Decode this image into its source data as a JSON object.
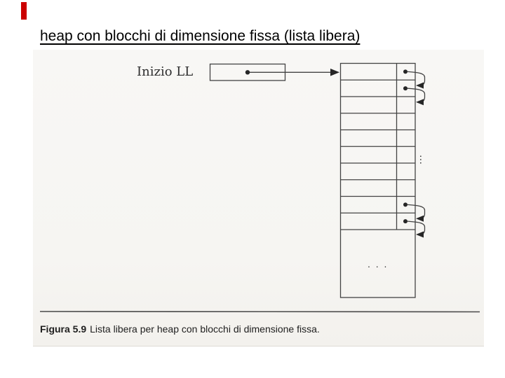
{
  "slide": {
    "title": "heap con blocchi di dimensione fissa (lista libera)",
    "accent_bar_color": "#cc0000",
    "background_color": "#ffffff"
  },
  "figure": {
    "background_color": "#f6f5f2",
    "line_color": "#434343",
    "pointer_box_label": "Inizio LL",
    "heap_column": {
      "total_rows": 10,
      "rows_with_pointer_dots": [
        1,
        2,
        9,
        10
      ],
      "links": [
        "row1-to-row2",
        "row2-to-row3",
        "row9-to-row10",
        "row10-to-bottom-block"
      ],
      "vertical_ellipsis": "…",
      "bottom_block_ellipsis": ". . ."
    },
    "caption": {
      "label": "Figura 5.9",
      "text": "Lista libera per heap con blocchi di dimensione fissa."
    }
  }
}
